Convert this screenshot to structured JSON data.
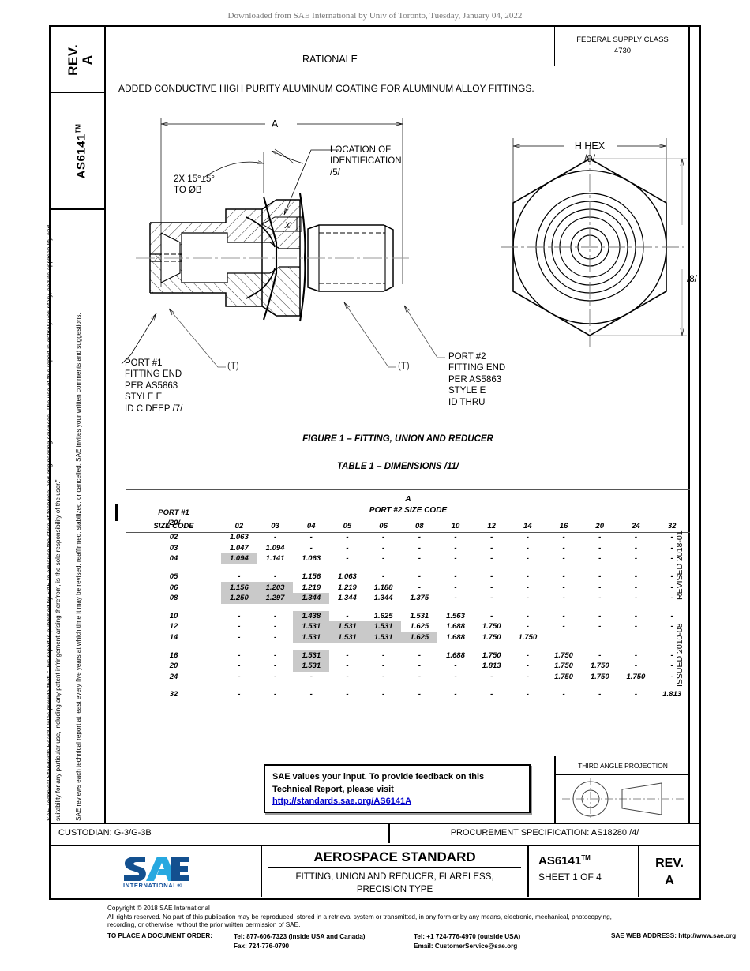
{
  "banner": "Downloaded from SAE International by Univ of Toronto, Tuesday, January 04, 2022",
  "left_strip": {
    "rev_label_line1": "REV.",
    "rev_label_line2": "A",
    "doc_label": "AS6141",
    "doc_label_tm": "TM",
    "legal_1": "SAE Technical Standards Board Rules provide that: “This report is published by SAE to advance the state of technical and engineering sciences. The use of this report is entirely voluntary, and its applicability and suitability for any particular use, including any patent infringement arising therefrom, is the sole responsibility of the user.”",
    "legal_2": "SAE reviews each technical report at least every five years at which time it may be revised, reaffirmed, stabilized, or cancelled. SAE invites your written comments and suggestions."
  },
  "header": {
    "fsc_title": "FEDERAL SUPPLY CLASS",
    "fsc_value": "4730",
    "rationale_title": "RATIONALE",
    "rationale_text": "ADDED CONDUCTIVE HIGH PURITY ALUMINUM COATING FOR ALUMINUM ALLOY FITTINGS."
  },
  "drawing": {
    "dim_A": "A",
    "chamfer_l1": "2X 15°±5°",
    "chamfer_l2": "TO ØB",
    "ident_l1": "LOCATION OF",
    "ident_l2": "IDENTIFICATION",
    "ident_l3": "/5/",
    "ident_flag": "X",
    "port1_l1": "PORT #1",
    "port1_l2": "FITTING END",
    "port1_l3": "PER AS5863",
    "port1_l4": "STYLE E",
    "port1_l5": "ID C DEEP /7/",
    "port2_l1": "PORT #2",
    "port2_l2": "FITTING END",
    "port2_l3": "PER AS5863",
    "port2_l4": "STYLE E",
    "port2_l5": "ID THRU",
    "t_mark_left": "(T)",
    "t_mark_right": "(T)",
    "hex_l1": "H HEX",
    "hex_l2": "/9/",
    "hex_vert": "/8/"
  },
  "captions": {
    "figure": "FIGURE 1 – FITTING, UNION AND REDUCER",
    "table": "TABLE 1 – DIMENSIONS /11/"
  },
  "chart_data": {
    "type": "table",
    "title": "TABLE 1 – DIMENSIONS /11/",
    "col_group_line1": "A",
    "col_group_line2": "PORT #2 SIZE CODE",
    "row_group_line1": "PORT #1",
    "row_group_line2": "/20/",
    "row_group_line3": "SIZE CODE",
    "columns": [
      "02",
      "03",
      "04",
      "05",
      "06",
      "08",
      "10",
      "12",
      "14",
      "16",
      "20",
      "24",
      "32"
    ],
    "rows": [
      {
        "code": "02",
        "values": [
          "1.063",
          "-",
          "-",
          "-",
          "-",
          "-",
          "-",
          "-",
          "-",
          "-",
          "-",
          "-",
          "-"
        ],
        "hl": []
      },
      {
        "code": "03",
        "values": [
          "1.047",
          "1.094",
          "-",
          "-",
          "-",
          "-",
          "-",
          "-",
          "-",
          "-",
          "-",
          "-",
          "-"
        ],
        "hl": []
      },
      {
        "code": "04",
        "values": [
          "1.094",
          "1.141",
          "1.063",
          "-",
          "-",
          "-",
          "-",
          "-",
          "-",
          "-",
          "-",
          "-",
          "-"
        ],
        "hl": [
          0
        ]
      },
      {
        "gap": true
      },
      {
        "code": "05",
        "values": [
          "-",
          "-",
          "1.156",
          "1.063",
          "-",
          "-",
          "-",
          "-",
          "-",
          "-",
          "-",
          "-",
          "-"
        ],
        "hl": []
      },
      {
        "code": "06",
        "values": [
          "1.156",
          "1.203",
          "1.219",
          "1.219",
          "1.188",
          "-",
          "-",
          "-",
          "-",
          "-",
          "-",
          "-",
          "-"
        ],
        "hl": [
          0,
          1
        ]
      },
      {
        "code": "08",
        "values": [
          "1.250",
          "1.297",
          "1.344",
          "1.344",
          "1.344",
          "1.375",
          "-",
          "-",
          "-",
          "-",
          "-",
          "-",
          "-"
        ],
        "hl": [
          0,
          1,
          2
        ]
      },
      {
        "gap": true
      },
      {
        "code": "10",
        "values": [
          "-",
          "-",
          "1.438",
          "-",
          "1.625",
          "1.531",
          "1.563",
          "-",
          "-",
          "-",
          "-",
          "-",
          "-"
        ],
        "hl": [
          2
        ]
      },
      {
        "code": "12",
        "values": [
          "-",
          "-",
          "1.531",
          "1.531",
          "1.531",
          "1.625",
          "1.688",
          "1.750",
          "-",
          "-",
          "-",
          "-",
          "-"
        ],
        "hl": [
          2,
          3,
          4
        ]
      },
      {
        "code": "14",
        "values": [
          "-",
          "-",
          "1.531",
          "1.531",
          "1.531",
          "1.625",
          "1.688",
          "1.750",
          "1.750",
          "",
          "",
          "",
          ""
        ],
        "hl": [
          2,
          3,
          4,
          5
        ]
      },
      {
        "gap": true
      },
      {
        "code": "16",
        "values": [
          "-",
          "-",
          "1.531",
          "-",
          "-",
          "-",
          "1.688",
          "1.750",
          "-",
          "1.750",
          "-",
          "-",
          "-"
        ],
        "hl": [
          2
        ]
      },
      {
        "code": "20",
        "values": [
          "-",
          "-",
          "1.531",
          "-",
          "-",
          "-",
          "-",
          "1.813",
          "-",
          "1.750",
          "1.750",
          "-",
          "-"
        ],
        "hl": [
          2
        ]
      },
      {
        "code": "24",
        "values": [
          "-",
          "-",
          "-",
          "-",
          "-",
          "-",
          "-",
          "-",
          "-",
          "1.750",
          "1.750",
          "1.750",
          "-"
        ],
        "hl": []
      },
      {
        "gap": true
      },
      {
        "code": "32",
        "values": [
          "-",
          "-",
          "-",
          "-",
          "-",
          "-",
          "-",
          "-",
          "-",
          "-",
          "-",
          "-",
          "1.813"
        ],
        "hl": []
      }
    ]
  },
  "feedback": {
    "line1": "SAE values your input. To provide feedback on this",
    "line2": "Technical Report, please visit",
    "link": "http://standards.sae.org/AS6141A"
  },
  "third_angle": {
    "title": "THIRD ANGLE PROJECTION"
  },
  "dates": {
    "revised": "REVISED 2018-01",
    "issued": "ISSUED 2010-08"
  },
  "custodian_bar": {
    "custodian": "CUSTODIAN: G-3/G-3B",
    "procurement": "PROCUREMENT SPECIFICATION: AS18280 /4/"
  },
  "title_block": {
    "logo_text": "SAE",
    "logo_sub": "INTERNATIONAL®",
    "standard_type": "AEROSPACE STANDARD",
    "title_line1": "FITTING, UNION AND REDUCER, FLARELESS,",
    "title_line2": "PRECISION TYPE",
    "doc_number": "AS6141",
    "doc_number_tm": "TM",
    "sheet": "SHEET 1 OF 4",
    "rev_label": "REV.",
    "rev_value": "A"
  },
  "footer": {
    "copyright": "Copyright © 2018 SAE International",
    "rights1": "All rights reserved. No part of this publication may be reproduced, stored in a retrieval system or transmitted, in any form or by any means, electronic, mechanical, photocopying,",
    "rights2": "recording, or otherwise, without the prior written permission of SAE.",
    "order_label": "TO PLACE A DOCUMENT ORDER:",
    "tel_usa": "Tel: 877-606-7323 (inside USA and Canada)",
    "fax": "Fax: 724-776-0790",
    "tel_intl": "Tel: +1 724-776-4970 (outside USA)",
    "email": "Email: CustomerService@sae.org",
    "web": "SAE WEB ADDRESS: http://www.sae.org"
  },
  "colors": {
    "logo_dark": "#134f96",
    "logo_light": "#27a8e0",
    "highlight": "#c9c9c9",
    "link": "#0000cc"
  }
}
